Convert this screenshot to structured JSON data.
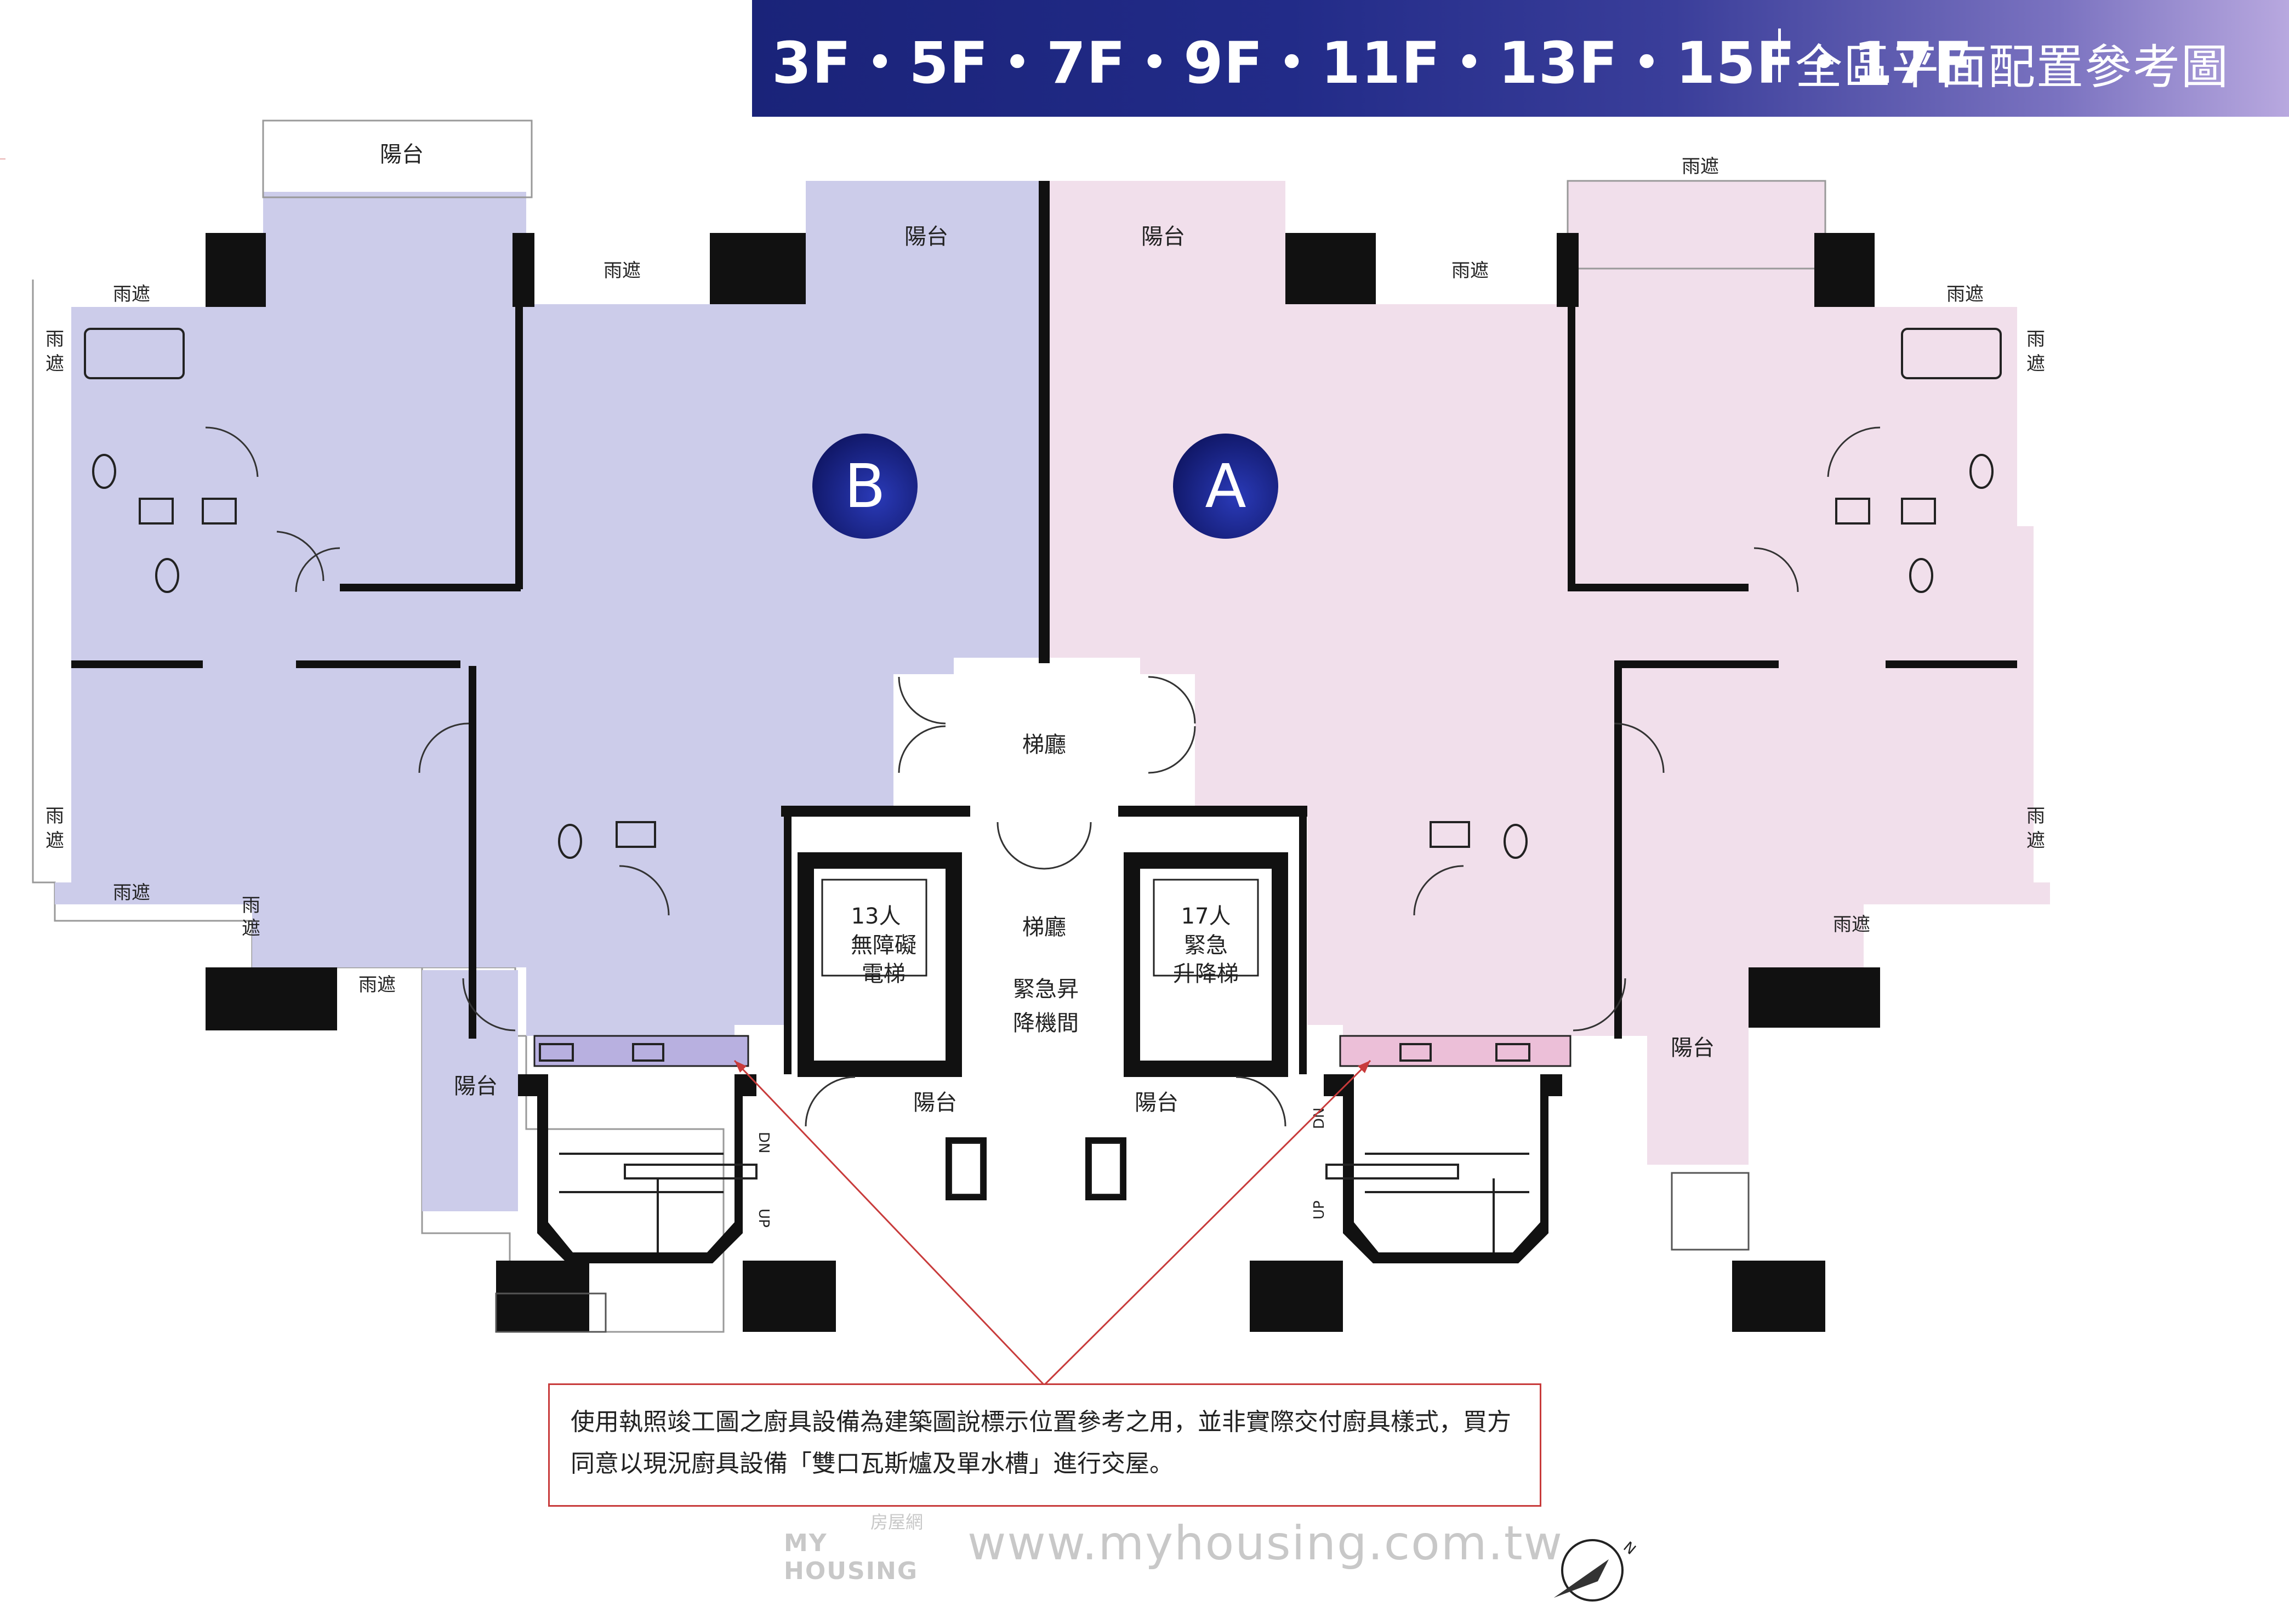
{
  "header": {
    "floors": "3F・5F・7F・9F・11F・13F・15F・17F",
    "title": "全區平面配置參考圖"
  },
  "units": {
    "unit_b": "B",
    "unit_a": "A"
  },
  "labels": {
    "balcony": "陽台",
    "canopy": "雨遮",
    "canopy_v1": "雨",
    "canopy_v2": "遮",
    "elevator_lobby": "梯廳",
    "emergency_lift_room_1": "緊急昇",
    "emergency_lift_room_2": "降機間",
    "elevator_left_1": "13人",
    "elevator_left_2": "無障礙",
    "elevator_left_3": "電梯",
    "elevator_right_1": "17人",
    "elevator_right_2": "緊急",
    "elevator_right_3": "升降梯",
    "stair_dn": "DN",
    "stair_up": "UP"
  },
  "notice": {
    "text": "使用執照竣工圖之廚具設備為建築圖說標示位置參考之用，並非實際交付廚具樣式，買方同意以現況廚具設備「雙口瓦斯爐及單水槽」進行交屋。"
  },
  "watermark": {
    "logo_en": "MY HOUSING",
    "logo_cn": "房屋網",
    "url": "www.myhousing.com.tw"
  },
  "compass": {
    "north_label": "N"
  },
  "colors": {
    "header_start": "#1a2379",
    "header_end": "#b8a8df",
    "unit_b_fill": "#ccccea",
    "unit_a_fill": "#f1dfeb",
    "wall": "#111111",
    "notice_border": "#c83b3b",
    "badge": "#141a6e"
  }
}
